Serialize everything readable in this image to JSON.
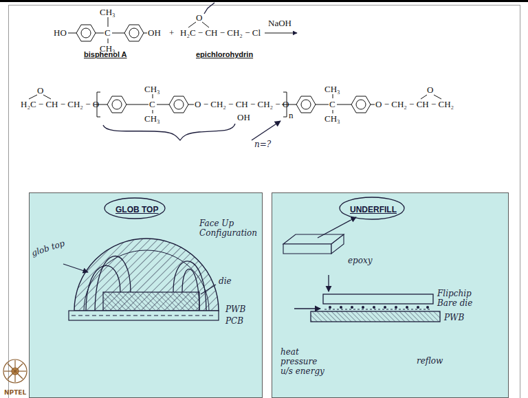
{
  "diagram": {
    "nodes": [
      {
        "text": [
          "GLOB TOP"
        ]
      },
      {
        "text": [
          "UNDERFILL"
        ]
      }
    ],
    "labels": [
      "HO",
      "CH₃",
      "C",
      "CH₃",
      "OH",
      "bisphenol A",
      "+",
      "O",
      "H₂C − CH − CH₂ − Cl",
      "epichlorohydrin",
      "NaOH",
      "O",
      "H₂C − CH − CH₂ − O",
      "CH₃",
      "C",
      "CH₃",
      "O − CH₂ − CH − CH₂ − O",
      "OH",
      "n",
      "CH₃",
      "C",
      "CH₃",
      "O − CH₂ − CH − CH₂",
      "O",
      "n=?",
      "glob top",
      "Face Up Configuration",
      "die",
      "PWB",
      "PCB",
      "epoxy",
      "Flipchip Bare die",
      "PWB",
      "heat pressure u/s energy",
      "reflow",
      "NPTEL"
    ]
  }
}
